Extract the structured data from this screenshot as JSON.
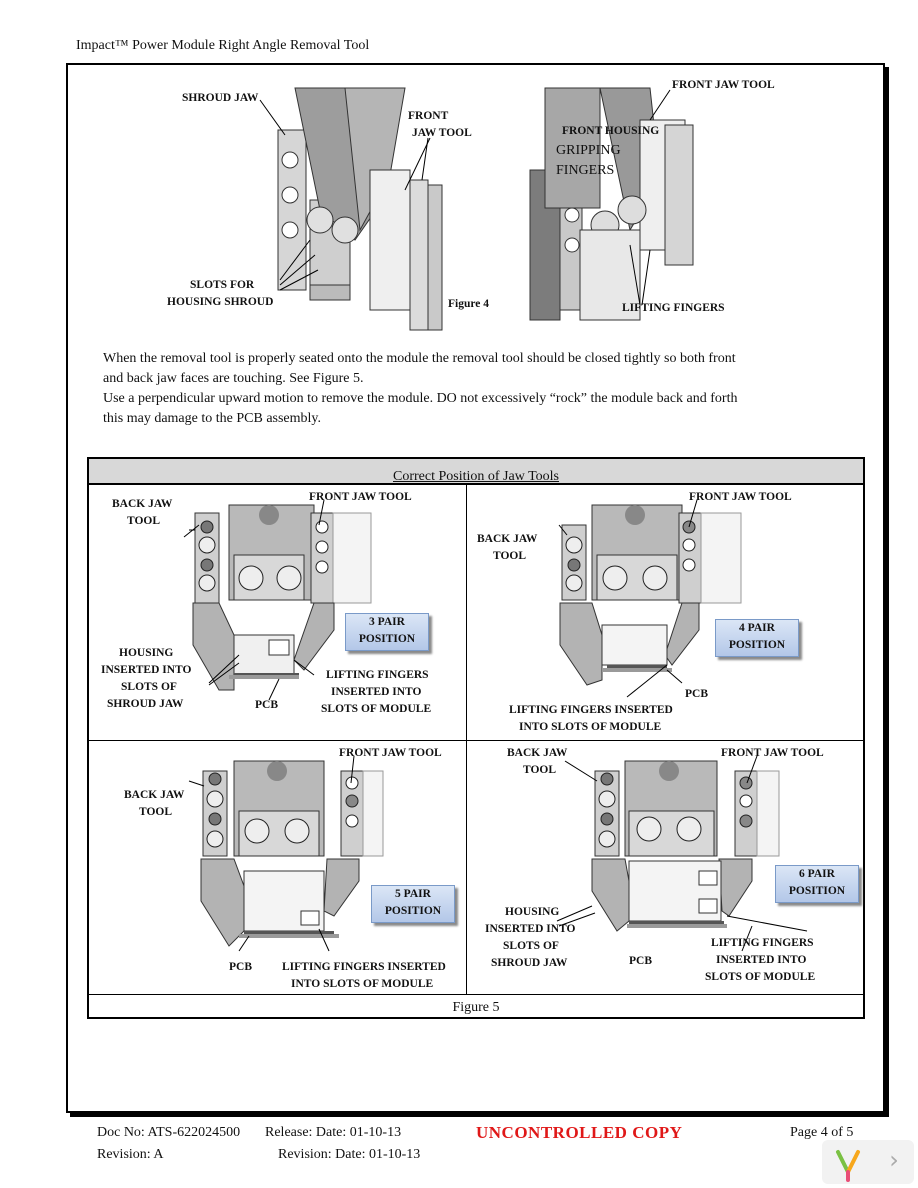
{
  "header": {
    "title": "Impact™ Power Module Right Angle Removal Tool"
  },
  "figure4": {
    "labels": {
      "shroud_jaw": "SHROUD JAW",
      "front_jaw_tool_1": "FRONT",
      "front_jaw_tool_2": "JAW TOOL",
      "slots_1": "SLOTS FOR",
      "slots_2": "HOUSING SHROUD",
      "caption": "Figure 4",
      "front_jaw_tool_right": "FRONT JAW TOOL",
      "front_housing": "FRONT HOUSING",
      "gripping": "GRIPPING",
      "fingers": "FINGERS",
      "lifting_fingers": "LIFTING FINGERS"
    }
  },
  "body": {
    "line1": "When the removal tool is properly seated onto the module the removal tool should be closed tightly so both front",
    "line2": "and back jaw faces are touching.  See Figure 5.",
    "line3": "Use a perpendicular upward motion to remove the module.  DO not excessively “rock” the module back and forth",
    "line4": "this may damage to the PCB assembly."
  },
  "figure5": {
    "title": "Correct Position of Jaw Tools",
    "caption": "Figure 5",
    "q1": {
      "back_jaw_1": "BACK JAW",
      "back_jaw_2": "TOOL",
      "front_jaw": "FRONT JAW TOOL",
      "pos_1": "3 PAIR",
      "pos_2": "POSITION",
      "housing_1": "HOUSING",
      "housing_2": "INSERTED INTO",
      "housing_3": "SLOTS OF",
      "housing_4": "SHROUD JAW",
      "lifting_1": "LIFTING FINGERS",
      "lifting_2": "INSERTED INTO",
      "lifting_3": "SLOTS OF MODULE",
      "pcb": "PCB"
    },
    "q2": {
      "front_jaw": "FRONT JAW TOOL",
      "back_jaw_1": "BACK JAW",
      "back_jaw_2": "TOOL",
      "pos_1": "4 PAIR",
      "pos_2": "POSITION",
      "pcb": "PCB",
      "lifting_1": "LIFTING FINGERS INSERTED",
      "lifting_2": "INTO SLOTS OF MODULE"
    },
    "q3": {
      "front_jaw": "FRONT JAW TOOL",
      "back_jaw_1": "BACK JAW",
      "back_jaw_2": "TOOL",
      "pos_1": "5 PAIR",
      "pos_2": "POSITION",
      "pcb": "PCB",
      "lifting_1": "LIFTING FINGERS INSERTED",
      "lifting_2": "INTO SLOTS OF MODULE"
    },
    "q4": {
      "back_jaw_1": "BACK JAW",
      "back_jaw_2": "TOOL",
      "front_jaw": "FRONT JAW TOOL",
      "pos_1": "6 PAIR",
      "pos_2": "POSITION",
      "housing_1": "HOUSING",
      "housing_2": "INSERTED INTO",
      "housing_3": "SLOTS OF",
      "housing_4": "SHROUD JAW",
      "pcb": "PCB",
      "lifting_1": "LIFTING FINGERS",
      "lifting_2": "INSERTED INTO",
      "lifting_3": "SLOTS OF MODULE"
    }
  },
  "footer": {
    "doc_no": "Doc No: ATS-622024500",
    "release": "Release: Date: 01-10-13",
    "uncontrolled": "UNCONTROLLED COPY",
    "page": "Page 4 of 5",
    "revision": "Revision: A",
    "revision_date": "Revision: Date: 01-10-13"
  },
  "colors": {
    "uncontrolled": "#e01818",
    "position_box": "#c7d6ef",
    "tool_gray": "#a9a9a9"
  },
  "nav": {
    "logo_icon": "viewer-logo-icon",
    "next_icon": "chevron-right-icon",
    "next_glyph": "›"
  }
}
